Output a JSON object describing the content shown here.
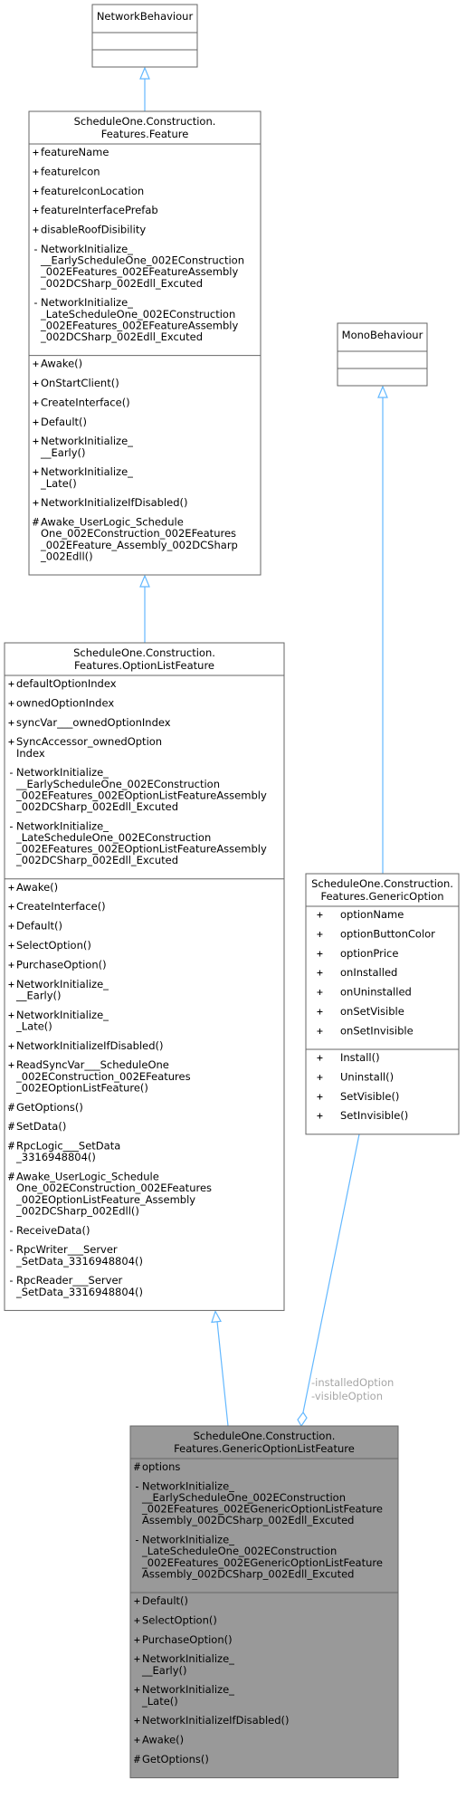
{
  "classes": [
    {
      "id": "network-behaviour",
      "title": [
        "NetworkBehaviour"
      ],
      "attributes": [],
      "methods": []
    },
    {
      "id": "feature",
      "title": [
        "ScheduleOne.Construction.",
        "Features.Feature"
      ],
      "attributes": [
        {
          "vis": "+",
          "lines": [
            "featureName"
          ]
        },
        {
          "vis": "+",
          "lines": [
            "featureIcon"
          ]
        },
        {
          "vis": "+",
          "lines": [
            "featureIconLocation"
          ]
        },
        {
          "vis": "+",
          "lines": [
            "featureInterfacePrefab"
          ]
        },
        {
          "vis": "+",
          "lines": [
            "disableRoofDisibility"
          ]
        },
        {
          "vis": "-",
          "lines": [
            "NetworkInitialize_",
            "__EarlyScheduleOne_002EConstruction",
            "_002EFeatures_002EFeatureAssembly",
            "_002DCSharp_002Edll_Excuted"
          ]
        },
        {
          "vis": "-",
          "lines": [
            "NetworkInitialize_",
            "_LateScheduleOne_002EConstruction",
            "_002EFeatures_002EFeatureAssembly",
            "_002DCSharp_002Edll_Excuted"
          ]
        }
      ],
      "methods": [
        {
          "vis": "+",
          "lines": [
            "Awake()"
          ]
        },
        {
          "vis": "+",
          "lines": [
            "OnStartClient()"
          ]
        },
        {
          "vis": "+",
          "lines": [
            "CreateInterface()"
          ]
        },
        {
          "vis": "+",
          "lines": [
            "Default()"
          ]
        },
        {
          "vis": "+",
          "lines": [
            "NetworkInitialize_",
            "__Early()"
          ]
        },
        {
          "vis": "+",
          "lines": [
            "NetworkInitialize_",
            "_Late()"
          ]
        },
        {
          "vis": "+",
          "lines": [
            "NetworkInitializeIfDisabled()"
          ]
        },
        {
          "vis": "#",
          "lines": [
            "Awake_UserLogic_Schedule",
            "One_002EConstruction_002EFeatures",
            "_002EFeature_Assembly_002DCSharp",
            "_002Edll()"
          ]
        }
      ]
    },
    {
      "id": "option-list-feature",
      "title": [
        "ScheduleOne.Construction.",
        "Features.OptionListFeature"
      ],
      "attributes": [
        {
          "vis": "+",
          "lines": [
            "defaultOptionIndex"
          ]
        },
        {
          "vis": "+",
          "lines": [
            "ownedOptionIndex"
          ]
        },
        {
          "vis": "+",
          "lines": [
            "syncVar___ownedOptionIndex"
          ]
        },
        {
          "vis": "+",
          "lines": [
            "SyncAccessor_ownedOption",
            "Index"
          ]
        },
        {
          "vis": "-",
          "lines": [
            "NetworkInitialize_",
            "__EarlyScheduleOne_002EConstruction",
            "_002EFeatures_002EOptionListFeatureAssembly",
            "_002DCSharp_002Edll_Excuted"
          ]
        },
        {
          "vis": "-",
          "lines": [
            "NetworkInitialize_",
            "_LateScheduleOne_002EConstruction",
            "_002EFeatures_002EOptionListFeatureAssembly",
            "_002DCSharp_002Edll_Excuted"
          ]
        }
      ],
      "methods": [
        {
          "vis": "+",
          "lines": [
            "Awake()"
          ]
        },
        {
          "vis": "+",
          "lines": [
            "CreateInterface()"
          ]
        },
        {
          "vis": "+",
          "lines": [
            "Default()"
          ]
        },
        {
          "vis": "+",
          "lines": [
            "SelectOption()"
          ]
        },
        {
          "vis": "+",
          "lines": [
            "PurchaseOption()"
          ]
        },
        {
          "vis": "+",
          "lines": [
            "NetworkInitialize_",
            "__Early()"
          ]
        },
        {
          "vis": "+",
          "lines": [
            "NetworkInitialize_",
            "_Late()"
          ]
        },
        {
          "vis": "+",
          "lines": [
            "NetworkInitializeIfDisabled()"
          ]
        },
        {
          "vis": "+",
          "lines": [
            "ReadSyncVar___ScheduleOne",
            "_002EConstruction_002EFeatures",
            "_002EOptionListFeature()"
          ]
        },
        {
          "vis": "#",
          "lines": [
            "GetOptions()"
          ]
        },
        {
          "vis": "#",
          "lines": [
            "SetData()"
          ]
        },
        {
          "vis": "#",
          "lines": [
            "RpcLogic___SetData",
            "_3316948804()"
          ]
        },
        {
          "vis": "#",
          "lines": [
            "Awake_UserLogic_Schedule",
            "One_002EConstruction_002EFeatures",
            "_002EOptionListFeature_Assembly",
            "_002DCSharp_002Edll()"
          ]
        },
        {
          "vis": "-",
          "lines": [
            "ReceiveData()"
          ]
        },
        {
          "vis": "-",
          "lines": [
            "RpcWriter___Server",
            "_SetData_3316948804()"
          ]
        },
        {
          "vis": "-",
          "lines": [
            "RpcReader___Server",
            "_SetData_3316948804()"
          ]
        }
      ]
    },
    {
      "id": "mono-behaviour",
      "title": [
        "MonoBehaviour"
      ],
      "attributes": [],
      "methods": []
    },
    {
      "id": "generic-option",
      "title": [
        "ScheduleOne.Construction.",
        "Features.GenericOption"
      ],
      "attributes": [
        {
          "vis": "+",
          "lines": [
            "optionName"
          ]
        },
        {
          "vis": "+",
          "lines": [
            "optionButtonColor"
          ]
        },
        {
          "vis": "+",
          "lines": [
            "optionPrice"
          ]
        },
        {
          "vis": "+",
          "lines": [
            "onInstalled"
          ]
        },
        {
          "vis": "+",
          "lines": [
            "onUninstalled"
          ]
        },
        {
          "vis": "+",
          "lines": [
            "onSetVisible"
          ]
        },
        {
          "vis": "+",
          "lines": [
            "onSetInvisible"
          ]
        }
      ],
      "methods": [
        {
          "vis": "+",
          "lines": [
            "Install()"
          ]
        },
        {
          "vis": "+",
          "lines": [
            "Uninstall()"
          ]
        },
        {
          "vis": "+",
          "lines": [
            "SetVisible()"
          ]
        },
        {
          "vis": "+",
          "lines": [
            "SetInvisible()"
          ]
        }
      ]
    },
    {
      "id": "generic-option-list-feature",
      "title": [
        "ScheduleOne.Construction.",
        "Features.GenericOptionListFeature"
      ],
      "attributes": [
        {
          "vis": "#",
          "lines": [
            "options"
          ]
        },
        {
          "vis": "-",
          "lines": [
            "NetworkInitialize_",
            "__EarlyScheduleOne_002EConstruction",
            "_002EFeatures_002EGenericOptionListFeature",
            "Assembly_002DCSharp_002Edll_Excuted"
          ]
        },
        {
          "vis": "-",
          "lines": [
            "NetworkInitialize_",
            "_LateScheduleOne_002EConstruction",
            "_002EFeatures_002EGenericOptionListFeature",
            "Assembly_002DCSharp_002Edll_Excuted"
          ]
        }
      ],
      "methods": [
        {
          "vis": "+",
          "lines": [
            "Default()"
          ]
        },
        {
          "vis": "+",
          "lines": [
            "SelectOption()"
          ]
        },
        {
          "vis": "+",
          "lines": [
            "PurchaseOption()"
          ]
        },
        {
          "vis": "+",
          "lines": [
            "NetworkInitialize_",
            "__Early()"
          ]
        },
        {
          "vis": "+",
          "lines": [
            "NetworkInitialize_",
            "_Late()"
          ]
        },
        {
          "vis": "+",
          "lines": [
            "NetworkInitializeIfDisabled()"
          ]
        },
        {
          "vis": "+",
          "lines": [
            "Awake()"
          ]
        },
        {
          "vis": "#",
          "lines": [
            "GetOptions()"
          ]
        }
      ]
    }
  ],
  "association_roles": [
    "-installedOption",
    "-visibleOption"
  ],
  "colors": {
    "box_border": "#666666",
    "box_fill": "#ffffff",
    "highlight_fill": "#999999",
    "arrow": "#63b8ff",
    "role_text": "#a6a6a6"
  }
}
